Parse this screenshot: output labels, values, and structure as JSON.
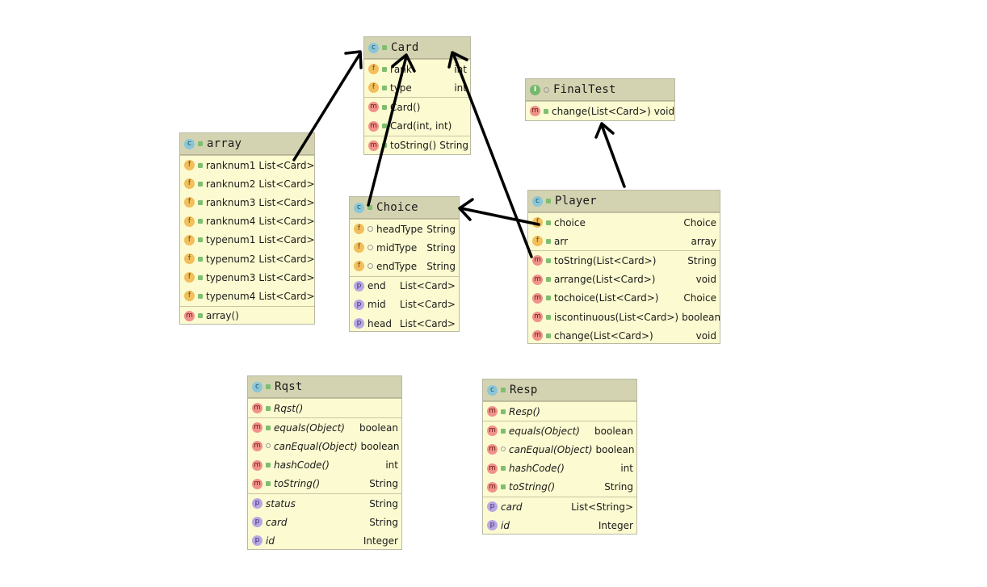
{
  "classes": {
    "card": {
      "kind": "C",
      "title": "Card",
      "fields": [
        {
          "name": "rank",
          "type": "int"
        },
        {
          "name": "type",
          "type": "int"
        }
      ],
      "methods": [
        {
          "name": "Card()",
          "type": ""
        },
        {
          "name": "Card(int, int)",
          "type": ""
        },
        {
          "name": "toString()",
          "type": "String"
        }
      ]
    },
    "finaltest": {
      "kind": "I",
      "title": "FinalTest",
      "methods": [
        {
          "name": "change(List<Card>)",
          "type": "void"
        }
      ]
    },
    "array": {
      "kind": "C",
      "title": "array",
      "fields": [
        {
          "name": "ranknum1",
          "type": "List<Card>"
        },
        {
          "name": "ranknum2",
          "type": "List<Card>"
        },
        {
          "name": "ranknum3",
          "type": "List<Card>"
        },
        {
          "name": "ranknum4",
          "type": "List<Card>"
        },
        {
          "name": "typenum1",
          "type": "List<Card>"
        },
        {
          "name": "typenum2",
          "type": "List<Card>"
        },
        {
          "name": "typenum3",
          "type": "List<Card>"
        },
        {
          "name": "typenum4",
          "type": "List<Card>"
        }
      ],
      "methods": [
        {
          "name": "array()",
          "type": ""
        }
      ]
    },
    "choice": {
      "kind": "C",
      "title": "Choice",
      "fields": [
        {
          "name": "headType",
          "type": "String"
        },
        {
          "name": "midType",
          "type": "String"
        },
        {
          "name": "endType",
          "type": "String"
        }
      ],
      "properties": [
        {
          "name": "end",
          "type": "List<Card>"
        },
        {
          "name": "mid",
          "type": "List<Card>"
        },
        {
          "name": "head",
          "type": "List<Card>"
        }
      ]
    },
    "player": {
      "kind": "C",
      "title": "Player",
      "fields": [
        {
          "name": "choice",
          "type": "Choice"
        },
        {
          "name": "arr",
          "type": "array"
        }
      ],
      "methods": [
        {
          "name": "toString(List<Card>)",
          "type": "String"
        },
        {
          "name": "arrange(List<Card>)",
          "type": "void"
        },
        {
          "name": "tochoice(List<Card>)",
          "type": "Choice"
        },
        {
          "name": "iscontinuous(List<Card>)",
          "type": "boolean"
        },
        {
          "name": "change(List<Card>)",
          "type": "void"
        }
      ]
    },
    "rqst": {
      "kind": "C",
      "title": "Rqst",
      "constructors": [
        {
          "name": "Rqst()",
          "type": ""
        }
      ],
      "methods": [
        {
          "name": "equals(Object)",
          "type": "boolean"
        },
        {
          "name": "canEqual(Object)",
          "type": "boolean"
        },
        {
          "name": "hashCode()",
          "type": "int"
        },
        {
          "name": "toString()",
          "type": "String"
        }
      ],
      "properties": [
        {
          "name": "status",
          "type": "String"
        },
        {
          "name": "card",
          "type": "String"
        },
        {
          "name": "id",
          "type": "Integer"
        }
      ]
    },
    "resp": {
      "kind": "C",
      "title": "Resp",
      "constructors": [
        {
          "name": "Resp()",
          "type": ""
        }
      ],
      "methods": [
        {
          "name": "equals(Object)",
          "type": "boolean"
        },
        {
          "name": "canEqual(Object)",
          "type": "boolean"
        },
        {
          "name": "hashCode()",
          "type": "int"
        },
        {
          "name": "toString()",
          "type": "String"
        }
      ],
      "properties": [
        {
          "name": "card",
          "type": "List<String>"
        },
        {
          "name": "id",
          "type": "Integer"
        }
      ]
    }
  },
  "icons": {
    "class": "c",
    "interface": "I",
    "field": "f",
    "method": "m",
    "property": "p"
  },
  "colors": {
    "header": "#d3d3b1",
    "body": "#fcfad0",
    "border": "#b9b9a4",
    "arrow": "#000000"
  }
}
